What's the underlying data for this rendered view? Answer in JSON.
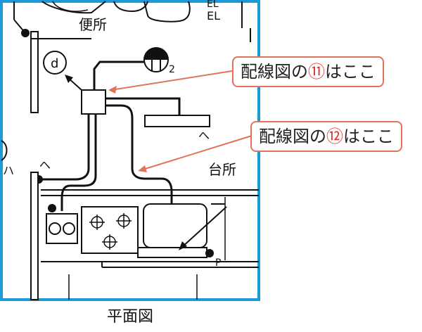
{
  "rooms": {
    "toilet": "便所",
    "kitchen": "台所",
    "el_label": "EL",
    "el_label_top": "EL",
    "pair_label": "2",
    "outlet_label": "P",
    "detector_label": "d",
    "ha_symbol": "へ",
    "ha_symbol_2": "へ",
    "ha_symbol_3": "ハ"
  },
  "callouts": [
    {
      "prefix": "配線図の",
      "number": "⑪",
      "suffix": "はここ"
    },
    {
      "prefix": "配線図の",
      "number": "⑫",
      "suffix": "はここ"
    }
  ],
  "caption": "平面図",
  "colors": {
    "frame": "#1a9ad6",
    "callout_border": "#e2735a",
    "callout_number": "#e0332a",
    "drawing": "#111111"
  }
}
